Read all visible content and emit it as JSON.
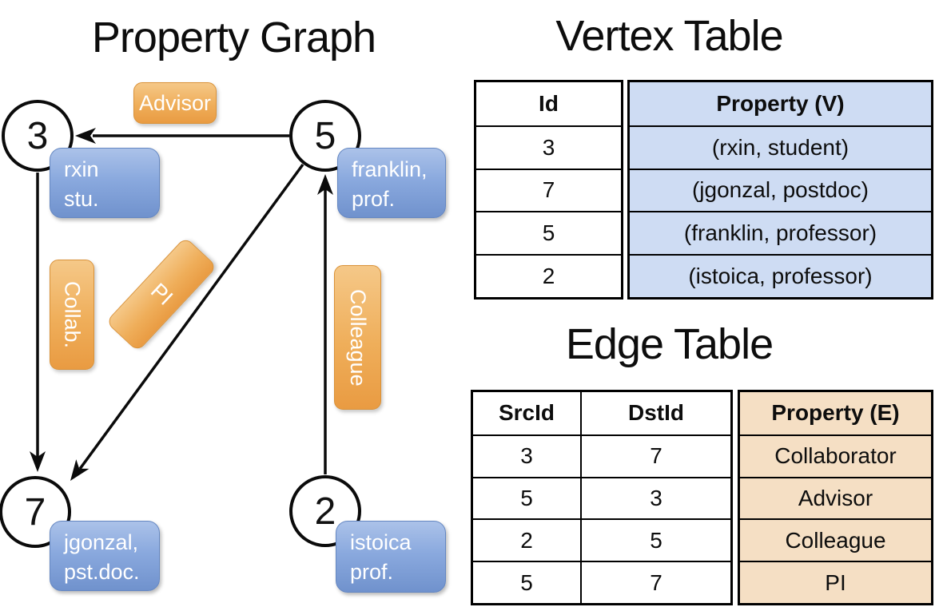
{
  "graph": {
    "title": "Property Graph",
    "nodes": [
      {
        "id": "3",
        "label1": "rxin",
        "label2": "stu."
      },
      {
        "id": "5",
        "label1": "franklin,",
        "label2": "prof."
      },
      {
        "id": "7",
        "label1": "jgonzal,",
        "label2": "pst.doc."
      },
      {
        "id": "2",
        "label1": "istoica",
        "label2": "prof."
      }
    ],
    "edges": [
      {
        "src": "5",
        "dst": "3",
        "label": "Advisor"
      },
      {
        "src": "3",
        "dst": "7",
        "label": "Collab."
      },
      {
        "src": "5",
        "dst": "7",
        "label": "PI"
      },
      {
        "src": "2",
        "dst": "5",
        "label": "Colleague"
      }
    ]
  },
  "vertex_table": {
    "title": "Vertex Table",
    "columns": {
      "id": "Id",
      "property": "Property (V)"
    },
    "rows": [
      {
        "id": "3",
        "property": "(rxin, student)"
      },
      {
        "id": "7",
        "property": "(jgonzal, postdoc)"
      },
      {
        "id": "5",
        "property": "(franklin, professor)"
      },
      {
        "id": "2",
        "property": "(istoica, professor)"
      }
    ]
  },
  "edge_table": {
    "title": "Edge Table",
    "columns": {
      "src": "SrcId",
      "dst": "DstId",
      "property": "Property (E)"
    },
    "rows": [
      {
        "src": "3",
        "dst": "7",
        "property": "Collaborator"
      },
      {
        "src": "5",
        "dst": "3",
        "property": "Advisor"
      },
      {
        "src": "2",
        "dst": "5",
        "property": "Colleague"
      },
      {
        "src": "5",
        "dst": "7",
        "property": "PI"
      }
    ]
  },
  "colors": {
    "edge_label_orange": "#EDA750",
    "vertex_label_blue": "#7E9FD6",
    "vertex_property_bg": "#CEDCF3",
    "edge_property_bg": "#F5DFC4",
    "line_black": "#0B0B0B"
  }
}
